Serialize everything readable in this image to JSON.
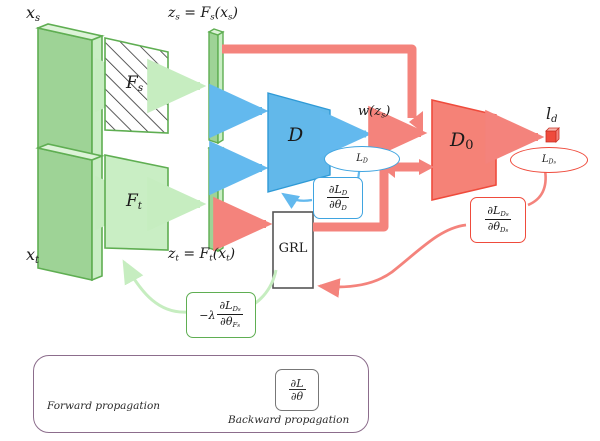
{
  "figure": {
    "type": "diagram",
    "title": "Domain adaptation architecture with gradient reversal layer",
    "colors": {
      "green_fill": "#c9eec4",
      "green_stroke": "#5fae52",
      "green_dark_fill": "#9ed396",
      "green_arrow": "#c6edc0",
      "blue_fill": "#62b8ea",
      "blue_stroke": "#2f9ad6",
      "blue_arrow": "#63b9ee",
      "red_fill": "#f58277",
      "red_stroke": "#ef4b3c",
      "red_arrow": "#f4837c",
      "grey": "#8a8a8a",
      "legend_border": "#8c6d8c",
      "black": "#2b2b2b"
    }
  },
  "labels": {
    "x_s": "x",
    "x_s_sub": "s",
    "x_t": "x",
    "x_t_sub": "t",
    "z_s_eq": "z  = F (x )",
    "z_t_eq": "z  = F (x )",
    "w_zs": "w(z )",
    "w_zs_sub": "s",
    "l_d": "l",
    "l_d_sub": "d"
  },
  "nodes": {
    "feature_extractor_source": {
      "name": "F",
      "sub": "s",
      "style": "hatched-trapezoid"
    },
    "feature_extractor_target": {
      "name": "F",
      "sub": "t",
      "style": "solid-trapezoid"
    },
    "discriminator": {
      "name": "D",
      "style": "blue-trapezoid"
    },
    "domain_classifier": {
      "name": "D",
      "sub": "0",
      "style": "red-trapezoid"
    },
    "grl": {
      "name": "GRL",
      "style": "rect"
    }
  },
  "loss_ellipses": [
    {
      "name": "L",
      "sub": "D",
      "color": "#3fa4e0"
    },
    {
      "name": "L",
      "sub": "D",
      "sub2": "s",
      "color": "#ef4b3c"
    }
  ],
  "gradient_boxes": [
    {
      "id": "grad-D",
      "lead": "",
      "num": "∂L",
      "num_sub": "D",
      "den": "∂θ",
      "den_sub": "D",
      "color": "#3fa4e0"
    },
    {
      "id": "grad-Ds",
      "lead": "",
      "num": "∂L",
      "num_sub": "D",
      "num_sub2": "s",
      "den": "∂θ",
      "den_sub": "D",
      "den_sub2": "s",
      "color": "#ef4b3c"
    },
    {
      "id": "grad-Fs",
      "lead": "−λ",
      "num": "∂L",
      "num_sub": "D",
      "num_sub2": "s",
      "den": "∂θ",
      "den_sub": "F",
      "den_sub2": "s",
      "color": "#5fae52"
    }
  ],
  "legend": {
    "forward_label": "Forward propagation",
    "backward_label": "Backward propagation",
    "grad_num": "∂L",
    "grad_den": "∂θ",
    "border_color": "#8c6d8c",
    "arrow_color": "#8a8a8a"
  }
}
